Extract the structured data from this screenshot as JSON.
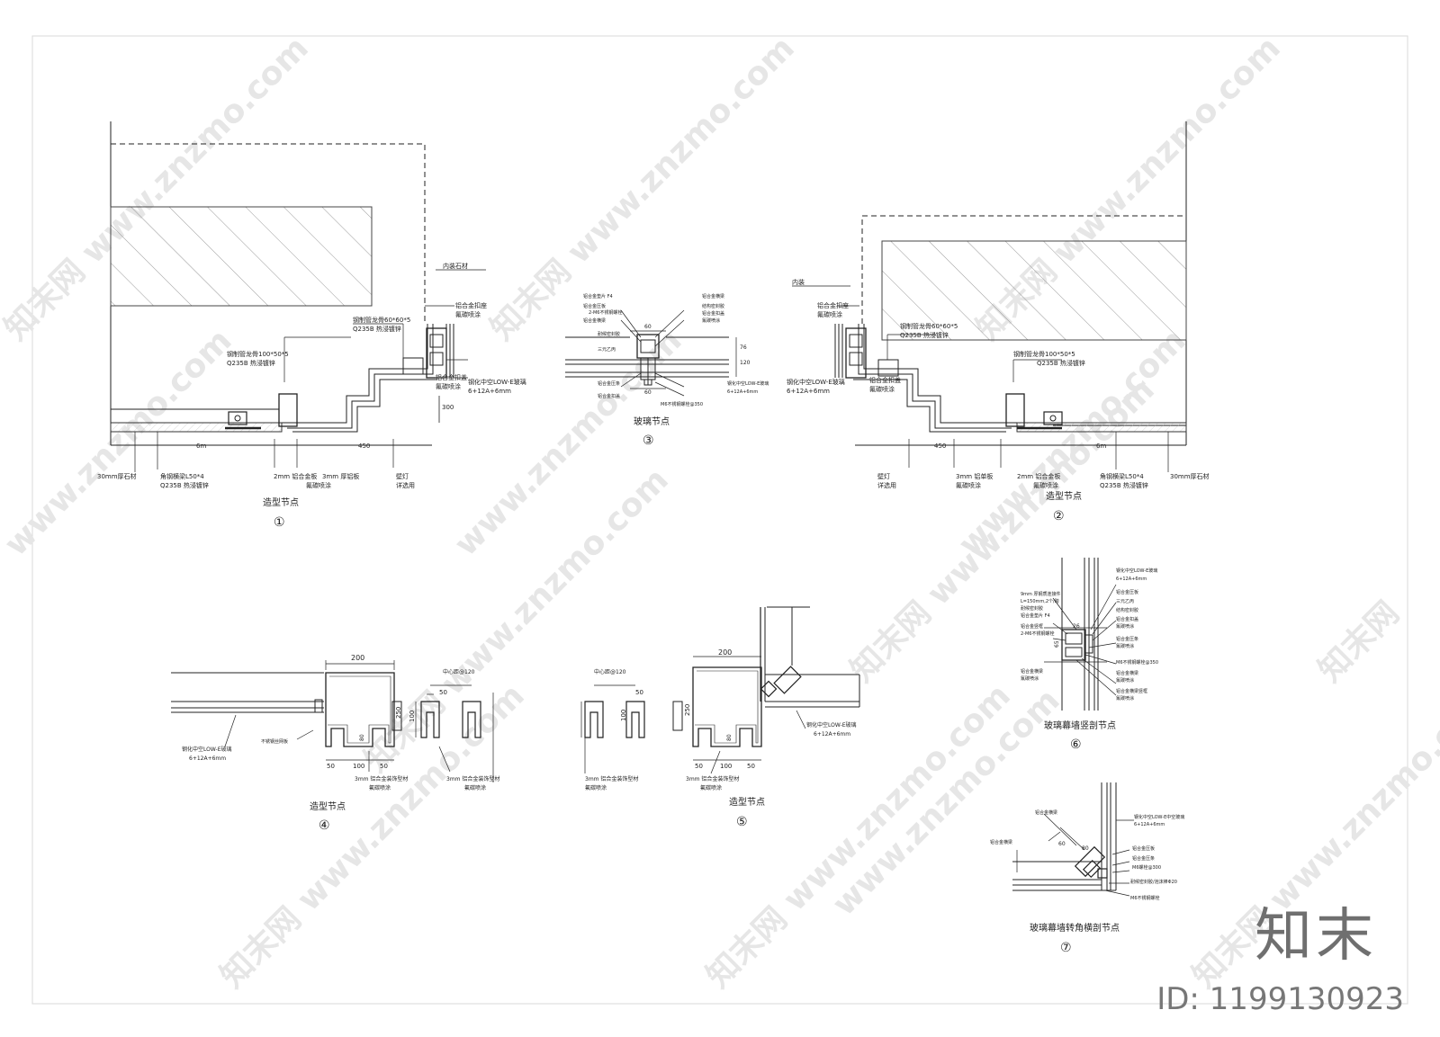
{
  "watermark": {
    "brand": "知末",
    "id": "ID: 1199130923",
    "site": "www.znzmo.com",
    "site_cn": "知末网"
  },
  "detail1": {
    "title": "造型节点",
    "number": "①",
    "labels": {
      "inner_stone": "内装石材",
      "al_frame": "铝合金扣座",
      "al_frame_sub": "氟碳喷涂",
      "steel_tube_a": "钢制管龙骨60*60*5",
      "steel_tube_a_sub": "Q235B  热浸镀锌",
      "steel_tube_b": "钢制管龙骨100*50*5",
      "steel_tube_b_sub": "Q235B  热浸镀锌",
      "al_cover": "铝合金扣盖",
      "al_cover_sub": "氟碳喷涂",
      "glass": "钢化中空LOW-E玻璃",
      "glass_spec": "6+12A+6mm",
      "dim_300": "300",
      "dim_6m": "6m",
      "dim_450": "450",
      "stone": "30mm厚石材",
      "angle": "角钢横梁L50*4",
      "angle_sub": "Q235B  热浸镀锌",
      "plate_a": "2mm 铝合金板",
      "plate_b": "3mm 厚铝板",
      "plate_sub": "氟碳喷涂",
      "light": "壁灯",
      "light_sub": "详选用"
    }
  },
  "detail2": {
    "title": "造型节点",
    "number": "②",
    "labels": {
      "inner_stone": "内装",
      "al_frame": "铝合金扣座",
      "al_frame_sub": "氟碳喷涂",
      "steel_tube_a": "钢制管龙骨60*60*5",
      "steel_tube_a_sub": "Q235B  热浸镀锌",
      "steel_tube_b": "钢制管龙骨100*50*5",
      "steel_tube_b_sub": "Q235B  热浸镀锌",
      "glass": "钢化中空LOW-E玻璃",
      "glass_spec": "6+12A+6mm",
      "cover": "铝合金扣盖",
      "cover_sub": "氟碳喷涂",
      "dim_450": "450",
      "dim_6m": "6m",
      "light": "壁灯",
      "light_sub": "详选用",
      "plate_b": "3mm 铝单板",
      "plate_sub": "氟碳喷涂",
      "plate_a": "2mm 铝合金板",
      "plate_a_sub": "氟碳喷涂",
      "angle": "角钢横梁L50*4",
      "angle_sub": "Q235B  热浸镀锌",
      "stone": "30mm厚石材"
    }
  },
  "detail3": {
    "title": "玻璃节点",
    "number": "③",
    "labels": {
      "l1": "铝合金垫片  F4",
      "l2": "铝合金压板",
      "l3": "2-M6不锈钢螺栓",
      "l4": "铝合金横梁",
      "l5": "耐候密封胶",
      "l6": "三元乙丙",
      "l7": "铝合金压条",
      "l8": "铝合金扣盖",
      "l9": "铝合金横梁",
      "l10": "结构密封胶",
      "l11": "铝合金扣盖",
      "l12": "氟碳喷涂",
      "l13": "钢化中空LOW-E玻璃",
      "l14": "6+12A+6mm",
      "l15": "M6不锈钢螺栓@350",
      "dim_60a": "60",
      "dim_60b": "60",
      "dim_76": "76",
      "dim_120": "120"
    }
  },
  "detail4": {
    "title": "造型节点",
    "number": "④",
    "labels": {
      "dim_200": "200",
      "dim_center": "中心距@120",
      "dim_50a": "50",
      "dim_50b": "50",
      "dim_100": "100",
      "dim_250": "250",
      "dim_80": "80",
      "dim_100v": "100",
      "dim_50": "50",
      "glass": "钢化中空LOW-E玻璃",
      "glass_spec": "6+12A+6mm",
      "mesh": "不锈钢丝网板",
      "profile1": "3mm 铝合金装饰型材",
      "profile1_sub": "氟碳喷涂",
      "profile2": "3mm 铝合金装饰型材",
      "profile2_sub": "氟碳喷涂"
    }
  },
  "detail5": {
    "title": "造型节点",
    "number": "⑤",
    "labels": {
      "dim_center": "中心距@120",
      "dim_50": "50",
      "dim_100": "100",
      "dim_200": "200",
      "dim_250": "250",
      "dim_80": "80",
      "dim_50a": "50",
      "dim_100b": "100",
      "dim_50b": "50",
      "profile_left": "3mm 铝合金装饰型材",
      "profile_left_sub": "氟碳喷涂",
      "profile_mid": "3mm 铝合金装饰型材",
      "profile_mid_sub": "氟碳喷涂",
      "glass": "钢化中空LOW-E玻璃",
      "glass_spec": "6+12A+6mm"
    }
  },
  "detail6": {
    "title": "玻璃幕墙竖剖节点",
    "number": "⑥",
    "labels": {
      "r1": "钢化中空LOW-E玻璃",
      "r2": "6+12A+6mm",
      "r3": "铝合金压板",
      "r4": "三元乙丙",
      "r5": "结构密封胶",
      "r6": "铝合金扣盖",
      "r7": "氟碳喷涂",
      "r8": "铝合金压条",
      "r9": "氟碳喷涂",
      "r10": "M6不锈钢螺栓@350",
      "r11": "铝合金横梁",
      "r12": "氟碳喷涂",
      "r13": "铝合金横梁竖框",
      "r14": "氟碳喷涂",
      "l1": "9mm 厚钢质连接件",
      "l2": "L=150mm,2个/跨",
      "l3": "耐候密封胶",
      "l4": "铝合金垫片 F4",
      "l5": "铝合金竖框",
      "l6": "2-M6不锈钢螺栓",
      "l7": "铝合金横梁",
      "l8": "氟碳喷涂",
      "dim_26": "26",
      "dim_65": "65"
    }
  },
  "detail7": {
    "title": "玻璃幕墙转角横剖节点",
    "number": "⑦",
    "labels": {
      "t1": "铝合金横梁",
      "t2": "钢化中空LOW-E中空玻璃",
      "t3": "6+12A+6mm",
      "t4": "铝合金横梁",
      "t5": "铝合金压板",
      "t6": "铝合金压条",
      "t7": "M6螺栓@300",
      "t8": "耐候密封胶/泡沫棒Φ20",
      "t9": "M6不锈钢螺栓",
      "dim_80": "80",
      "dim_60": "60"
    }
  }
}
